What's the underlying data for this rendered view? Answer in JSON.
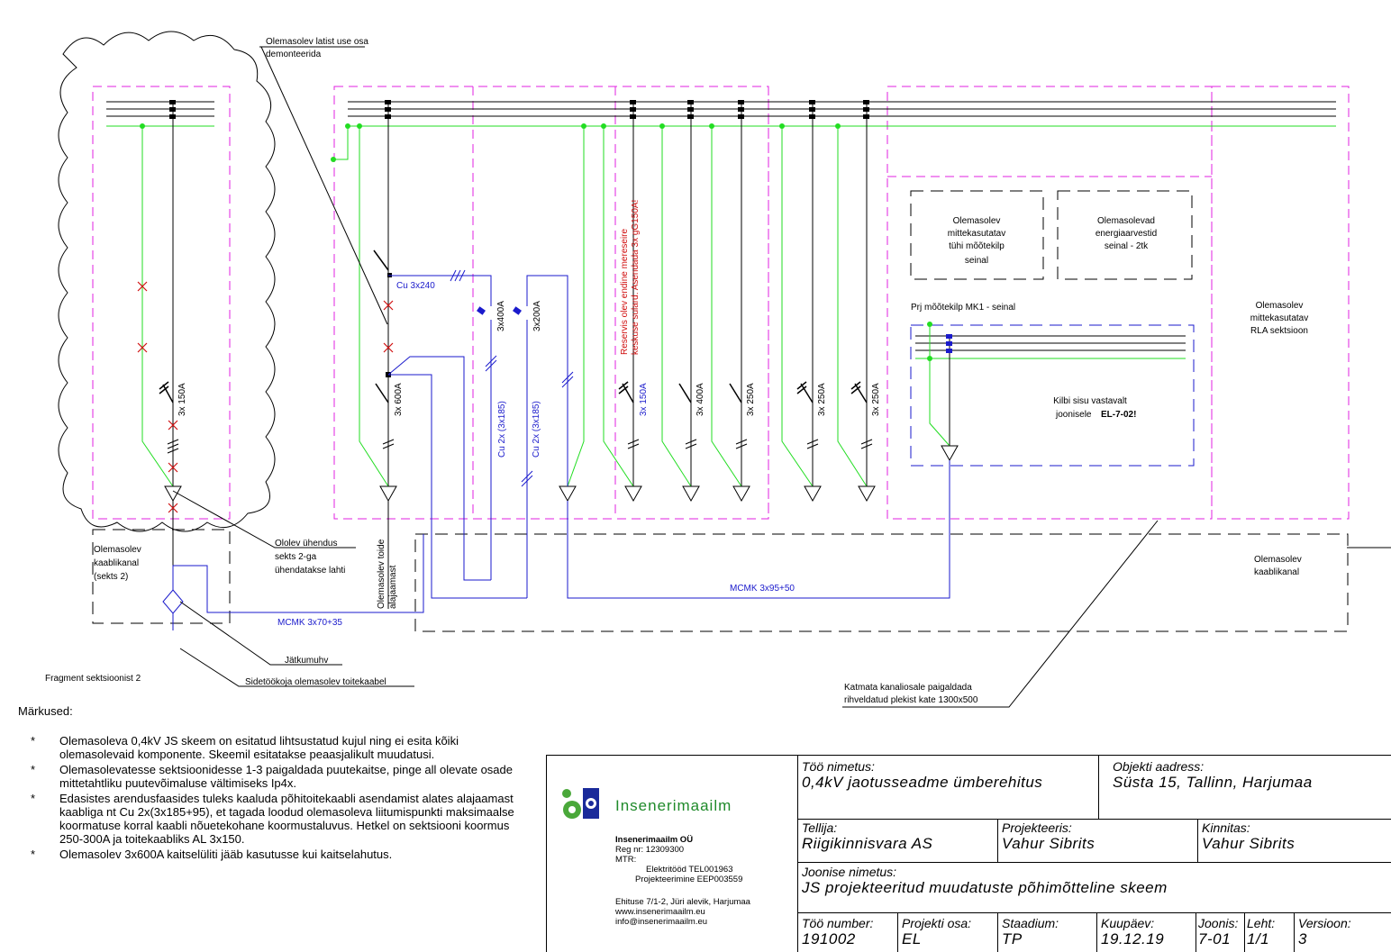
{
  "diagram": {
    "labels": {
      "top_callout_1": "Olemasolev latist use osa",
      "top_callout_2": "demonteerida",
      "cu_3x240": "Cu 3x240",
      "fuse_3x400": "3x400A",
      "fuse_3x200": "3x200A",
      "cable_cu_2x185_a": "Cu 2x (3x185)",
      "cable_cu_2x185_b": "Cu 2x (3x185)",
      "reserve_1": "Reservis olev endine mereseire",
      "reserve_2": "keskuse sulard. Asendada 3x gG150A!",
      "sw_3x150_left": "3x 150A",
      "sw_3x600": "3x 600A",
      "sw_3x150_mid": "3x 150A",
      "sw_3x400": "3x 400A",
      "sw_3x250_a": "3x 250A",
      "sw_3x250_b": "3x 250A",
      "sw_3x250_c": "3x 250A",
      "existing_meter_1": "Olemasolev",
      "existing_meter_2": "mittekasutatav",
      "existing_meter_3": "tühi mõõtekilp",
      "existing_meter_4": "seinal",
      "energy_meters_1": "Olemasolevad",
      "energy_meters_2": "energiaarvestid",
      "energy_meters_3": "seinal - 2tk",
      "mk1": "Prj mõõtekilp MK1 - seinal",
      "rla_1": "Olemasolev",
      "rla_2": "mittekasutatav",
      "rla_3": "RLA sektsioon",
      "panel_content_1": "Kilbi sisu vastavalt",
      "panel_content_2": "joonisele",
      "panel_content_ref": "EL-7-02!",
      "channel_left_1": "Olemasolev",
      "channel_left_2": "kaablikanal",
      "channel_left_3": "(sekts 2)",
      "current_connection_1": "Ololev ühendus",
      "current_connection_2": "sekts 2-ga",
      "current_connection_3": "ühendatakse lahti",
      "feed_from_basement_1": "Olemasolev toide",
      "feed_from_basement_2": "alajaamast",
      "mcmk_95": "MCMK 3x95+50",
      "mcmk_70": "MCMK 3x70+35",
      "channel_right_1": "Olemasolev",
      "channel_right_2": "kaablikanal",
      "joint": "Jätkumuhv",
      "fragment": "Fragment sektsioonist 2",
      "signal_cable": "Sidetöökoja olemasolev toitekaabel",
      "cover_1": "Katmata kanaliosale paigaldada",
      "cover_2": "rihveldatud plekist kate 1300x500"
    },
    "colors": {
      "busbar": "#000000",
      "pe": "#22dd22",
      "cable": "#1a1acc",
      "section": "#e020e0",
      "mark": "#d01010"
    }
  },
  "notes": {
    "heading": "Märkused:",
    "items": [
      "Olemasoleva 0,4kV JS skeem on esitatud lihtsustatud kujul ning ei esita kõiki olemasolevaid komponente. Skeemil esitatakse peaasjalikult muudatusi.",
      "Olemasolevatesse sektsioonidesse 1-3 paigaldada puutekaitse, pinge all olevate osade mittetahtliku puutevõimaluse vältimiseks Ip4x.",
      "Edasistes arendusfaasides tuleks kaaluda põhitoitekaabli asendamist alates alajaamast kaabliga nt Cu 2x(3x185+95), et tagada loodud olemasoleva liitumispunkti maksimaalse koormatuse korral kaabli nõuetekohane koormustaluvus. Hetkel on sektsiooni koormus 250-300A ja toitekaabliks AL 3x150.",
      "Olemasolev 3x600A kaitselüliti jääb kasutusse kui kaitselahutus."
    ]
  },
  "titleblock": {
    "company": {
      "brand": "Insenerimaailm",
      "name": "Insenerimaailm OÜ",
      "reg": "Reg nr: 12309300",
      "mtr": "MTR:",
      "mtr_1": "Elektritööd TEL001963",
      "mtr_2": "Projekteerimine EEP003559",
      "address": "Ehituse 7/1-2, Jüri alevik, Harjumaa",
      "web": "www.insenerimaailm.eu",
      "email": "info@insenerimaailm.eu"
    },
    "work_name_cap": "Töö nimetus:",
    "work_name": "0,4kV jaotusseadme ümberehitus",
    "address_cap": "Objekti aadress:",
    "address": "Süsta 15, Tallinn, Harjumaa",
    "client_cap": "Tellija:",
    "client": "Riigikinnisvara AS",
    "designer_cap": "Projekteeris:",
    "designer": "Vahur Sibrits",
    "approved_cap": "Kinnitas:",
    "approved": "Vahur Sibrits",
    "drawing_name_cap": "Joonise nimetus:",
    "drawing_name": "JS projekteeritud muudatuste põhimõtteline skeem",
    "work_no_cap": "Töö number:",
    "work_no": "191002",
    "part_cap": "Projekti osa:",
    "part": "EL",
    "stage_cap": "Staadium:",
    "stage": "TP",
    "date_cap": "Kuupäev:",
    "date": "19.12.19",
    "drawing_cap": "Joonis:",
    "drawing": "7-01",
    "sheet_cap": "Leht:",
    "sheet": "1/1",
    "version_cap": "Versioon:",
    "version": "3"
  }
}
